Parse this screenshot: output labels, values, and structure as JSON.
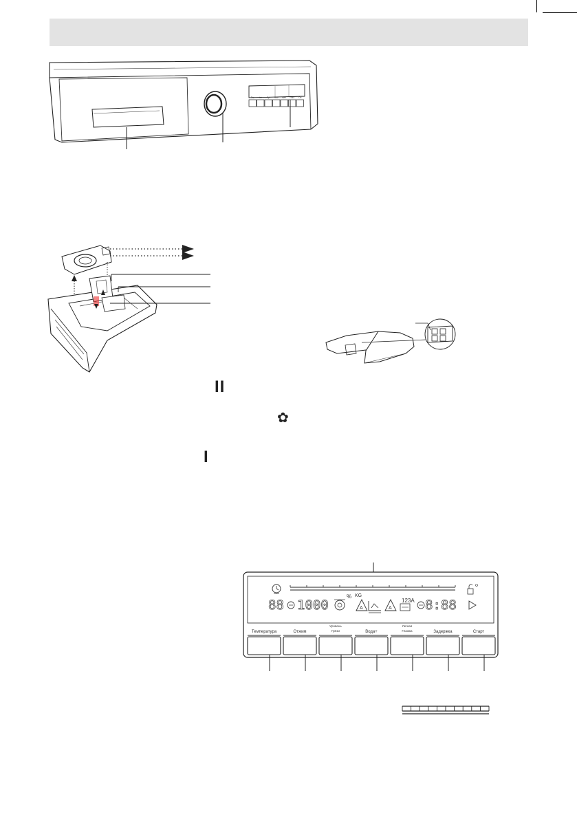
{
  "drawer_buttons": [
    "Pre",
    "Int",
    "Opt",
    "Sub",
    "Beh",
    "Hold",
    "On"
  ],
  "detergent_marks": {
    "main_wash": "II",
    "softener": "✿",
    "prewash": "I"
  },
  "display": {
    "digits_left": "88",
    "digits_speed": "1000",
    "digits_time": "8:88",
    "kg_label": "KG",
    "percent_label": "%",
    "code_label": "123A",
    "buttons": [
      {
        "label": "Температура"
      },
      {
        "label": "Отжим"
      },
      {
        "label": "Уровень\nГрязи"
      },
      {
        "label": "Вода+"
      },
      {
        "label": "Легкая\nГлажка"
      },
      {
        "label": "Задержка"
      },
      {
        "label": "Старт"
      }
    ]
  }
}
